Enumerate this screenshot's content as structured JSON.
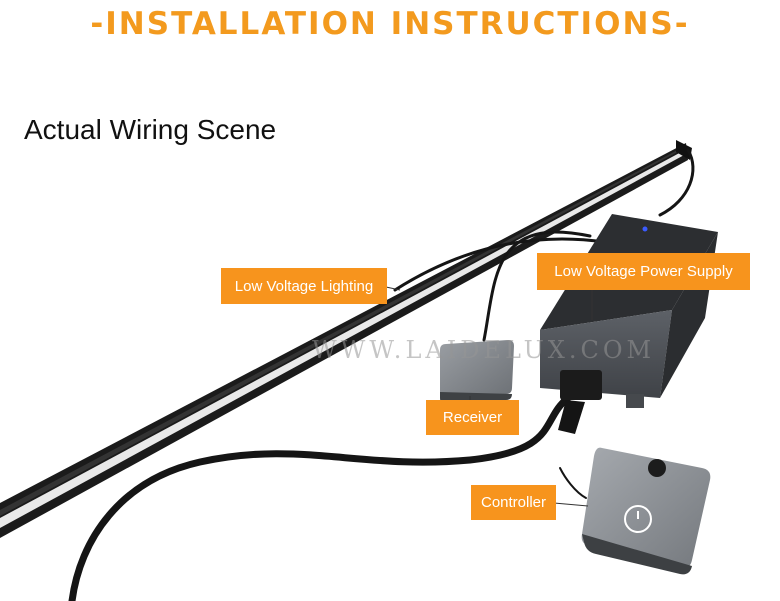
{
  "header": {
    "title": "-INSTALLATION INSTRUCTIONS-"
  },
  "scene": {
    "subtitle": "Actual Wiring Scene",
    "watermark": "WWW.LAIDELUX.COM",
    "labels": {
      "lighting": "Low Voltage Lighting",
      "power_supply": "Low Voltage Power Supply",
      "receiver": "Receiver",
      "controller": "Controller"
    }
  },
  "colors": {
    "title": "#f39a1e",
    "label_background": "#f7941d",
    "label_text": "#ffffff"
  }
}
